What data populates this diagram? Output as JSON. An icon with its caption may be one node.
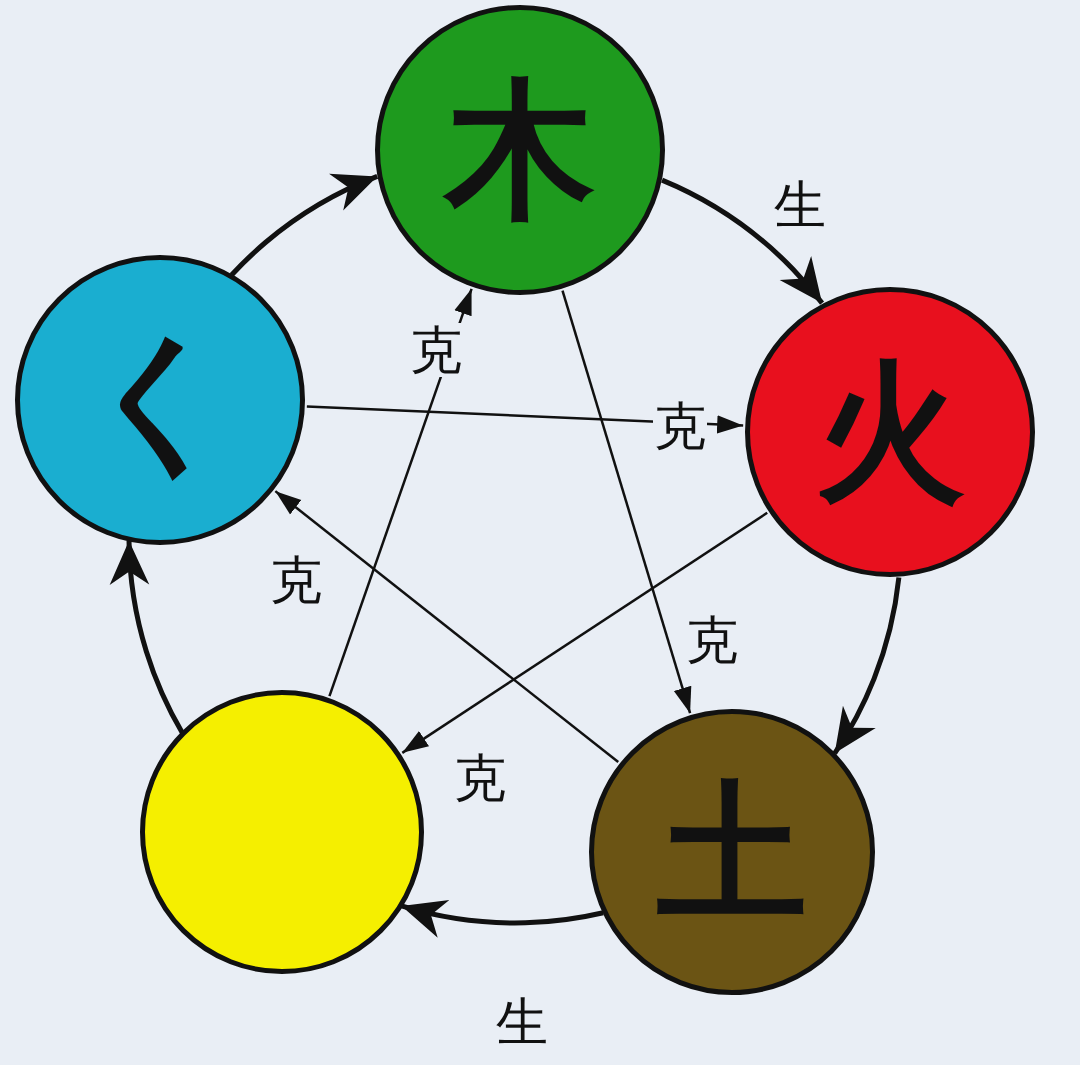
{
  "diagram": {
    "nodes": [
      {
        "text": [
          "木"
        ]
      },
      {
        "text": [
          "火"
        ]
      },
      {
        "text": [
          "土"
        ]
      },
      {
        "text": [],
        "shape": "circle"
      },
      {
        "text": [
          "く"
        ]
      }
    ],
    "edges": [
      {
        "from": 0,
        "to": 1,
        "arrow": "to",
        "label": "生",
        "style": "thick"
      },
      {
        "from": 1,
        "to": 2,
        "arrow": "to",
        "style": "thick"
      },
      {
        "from": 2,
        "to": 3,
        "arrow": "to",
        "label": "生",
        "style": "thick"
      },
      {
        "from": 3,
        "to": 4,
        "arrow": "to",
        "style": "thick"
      },
      {
        "from": 4,
        "to": 0,
        "arrow": "to",
        "style": "thick"
      },
      {
        "from": 0,
        "to": 2,
        "arrow": "to",
        "label": "克"
      },
      {
        "from": 2,
        "to": 4,
        "arrow": "to",
        "label": "克"
      },
      {
        "from": 4,
        "to": 1,
        "arrow": "to",
        "label": "克"
      },
      {
        "from": 1,
        "to": 3,
        "arrow": "to",
        "label": "克"
      },
      {
        "from": 3,
        "to": 0,
        "arrow": "to",
        "label": "克"
      }
    ]
  }
}
